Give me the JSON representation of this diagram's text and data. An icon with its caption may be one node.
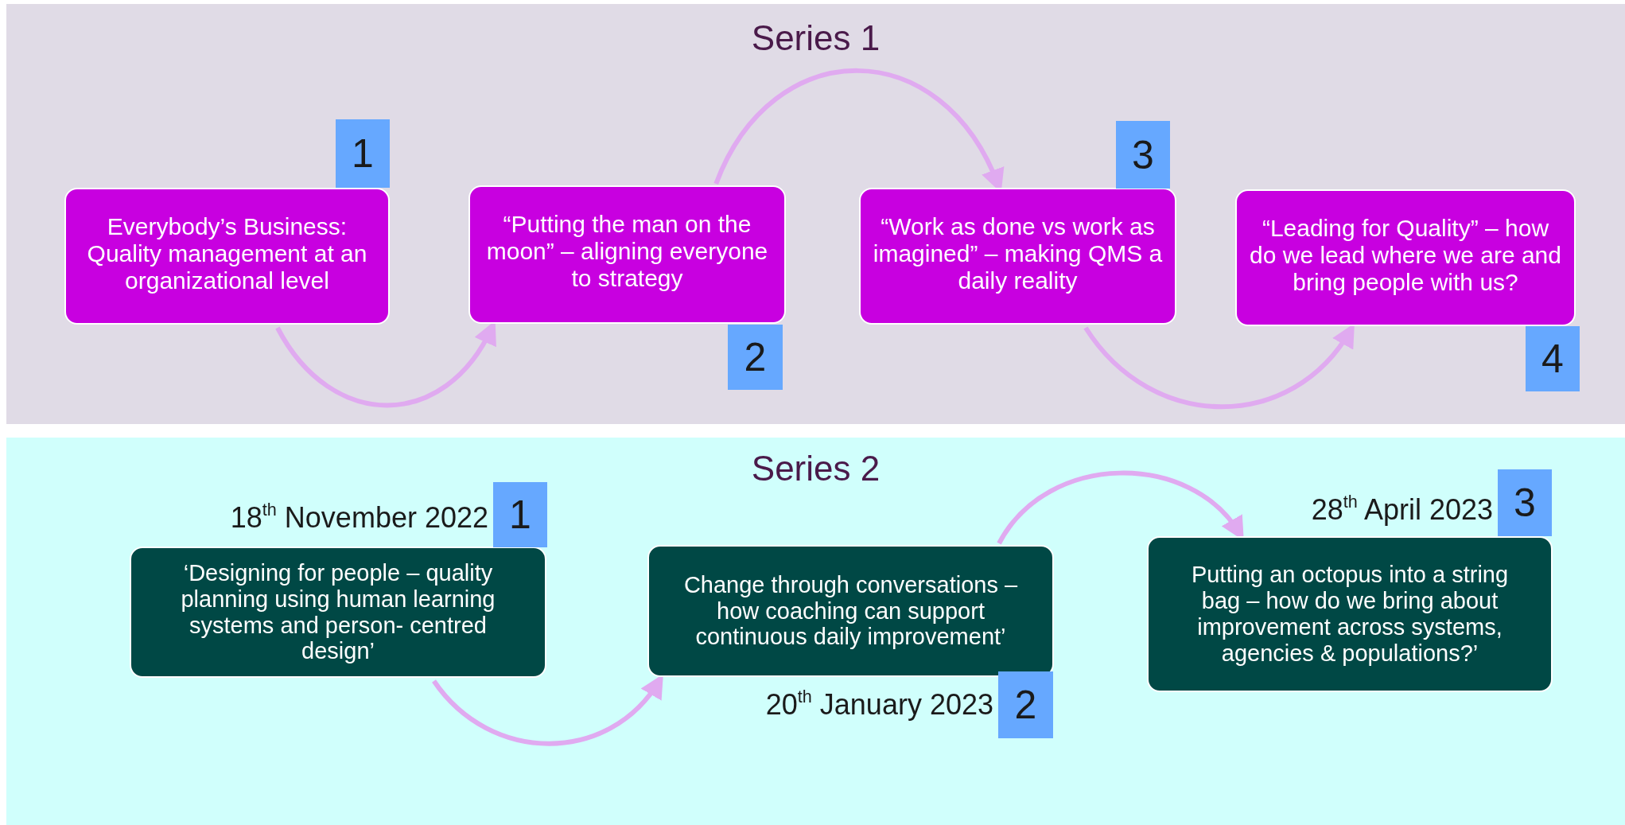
{
  "diagram": {
    "nodes": [
      {
        "text": [
          "Series 1"
        ]
      },
      {
        "text": [
          "Everybody’s Business: Quality management at an organizational level"
        ],
        "in": 0
      },
      {
        "text": [
          "1"
        ],
        "in": 0
      },
      {
        "text": [
          "“Putting the man on the moon” – aligning everyone to strategy"
        ],
        "in": 0
      },
      {
        "text": [
          "2"
        ],
        "in": 0
      },
      {
        "text": [
          "“Work as done vs work as imagined” – making QMS a daily reality"
        ],
        "in": 0
      },
      {
        "text": [
          "3"
        ],
        "in": 0
      },
      {
        "text": [
          "“Leading for Quality” – how do we lead where we are and bring people with us?"
        ],
        "in": 0
      },
      {
        "text": [
          "4"
        ],
        "in": 0
      },
      {
        "text": [
          "Series 2"
        ]
      },
      {
        "text": [
          "‘Designing for people – quality planning using human learning systems and person- centred design’"
        ],
        "in": 9
      },
      {
        "text": [
          "1"
        ],
        "in": 9,
        "beside": [
          "18$^{th}$ November 2022"
        ]
      },
      {
        "text": [
          "Change through conversations – how coaching can support continuous daily improvement’"
        ],
        "in": 9
      },
      {
        "text": [
          "2"
        ],
        "in": 9,
        "beside": [
          "20$^{th}$ January 2023"
        ]
      },
      {
        "text": [
          "Putting an octopus into a string bag – how do we bring about improvement across systems, agencies & populations?’"
        ],
        "in": 9
      },
      {
        "text": [
          "3"
        ],
        "in": 9,
        "beside": [
          "28$^{th}$ April 2023"
        ]
      }
    ],
    "edges": [
      {
        "from": 1,
        "to": 3,
        "arrow": "to"
      },
      {
        "from": 3,
        "to": 5,
        "arrow": "to"
      },
      {
        "from": 5,
        "to": 7,
        "arrow": "to"
      },
      {
        "from": 10,
        "to": 12,
        "arrow": "to"
      },
      {
        "from": 12,
        "to": 14,
        "arrow": "to"
      }
    ]
  }
}
